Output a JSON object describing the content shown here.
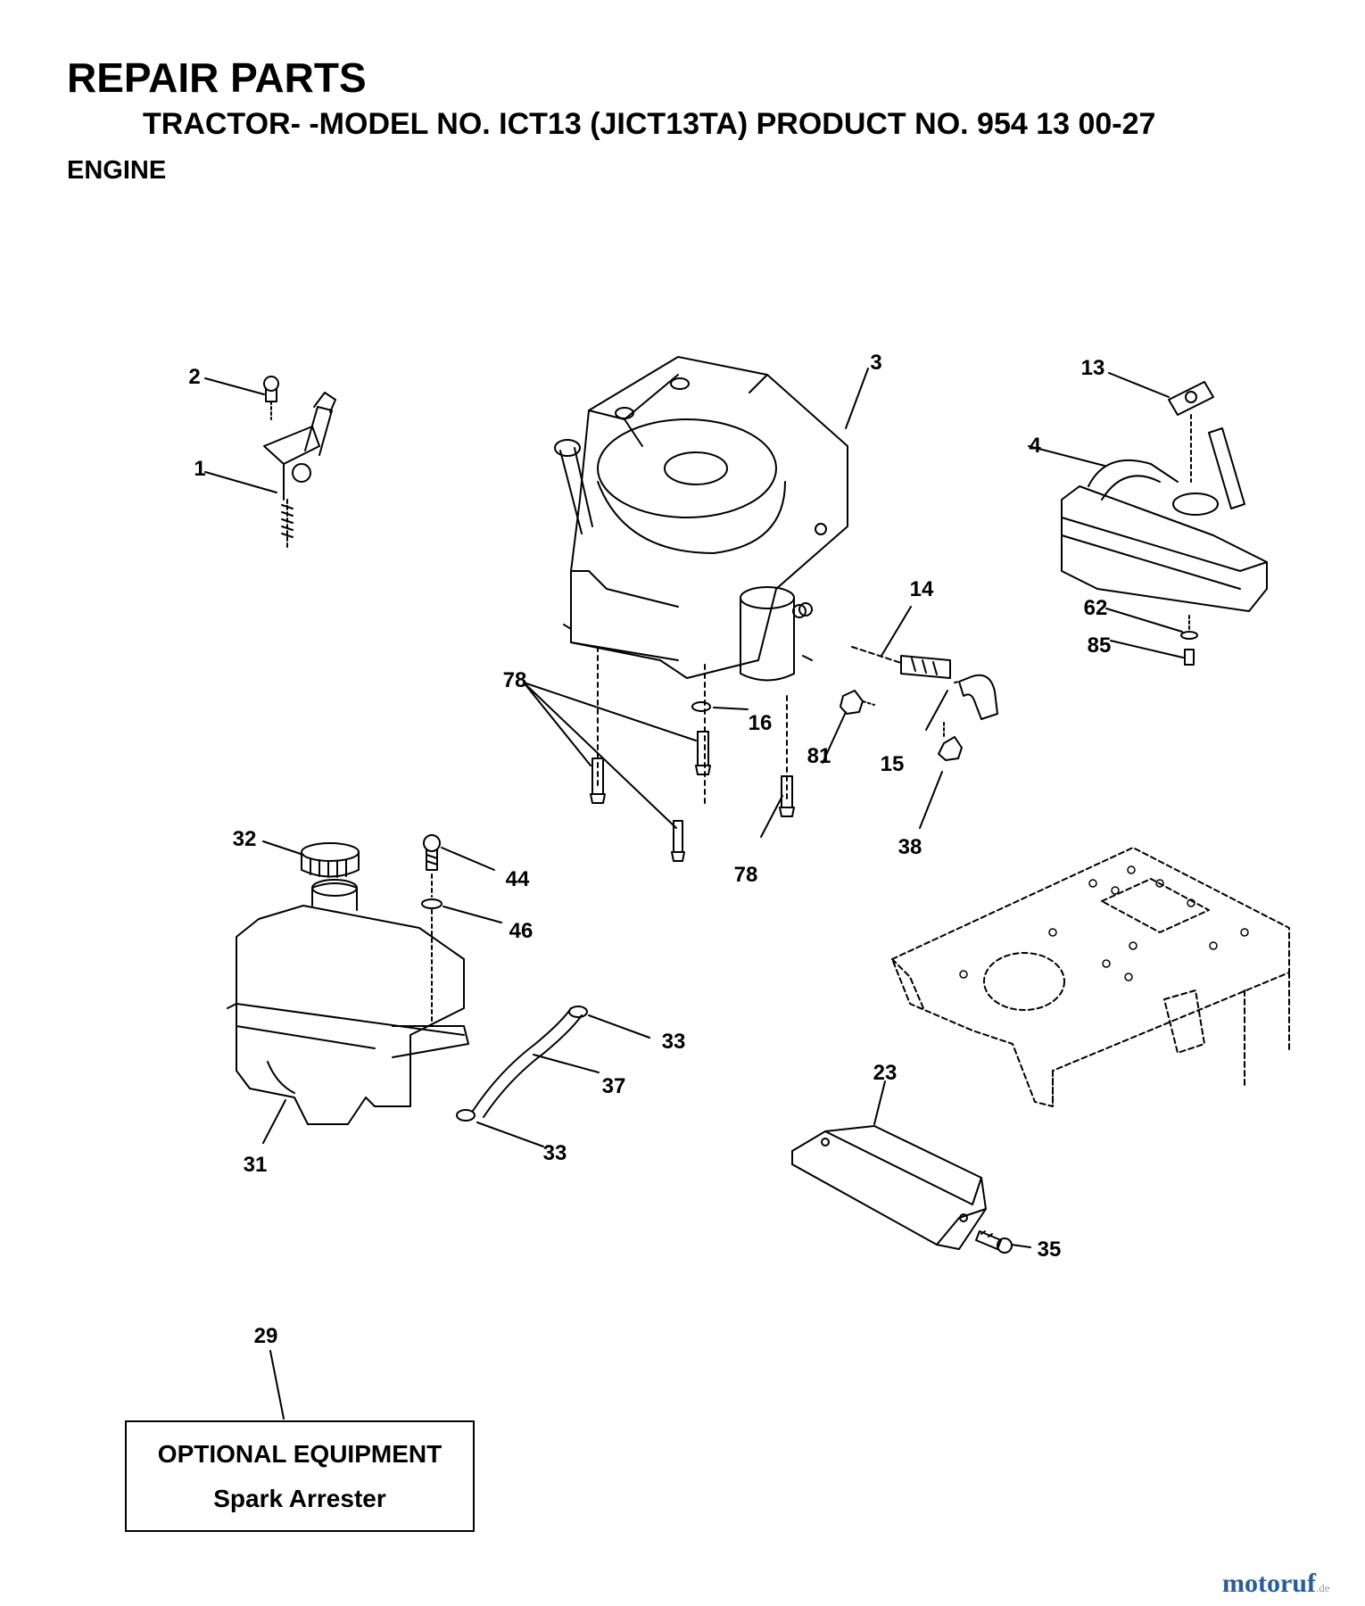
{
  "header": {
    "title": "REPAIR PARTS",
    "subtitle": "TRACTOR- -MODEL NO. ICT13 (JICT13TA) PRODUCT NO. 954 13 00-27",
    "section": "ENGINE"
  },
  "callouts": {
    "c1": "1",
    "c2": "2",
    "c3": "3",
    "c4": "4",
    "c13": "13",
    "c14": "14",
    "c15": "15",
    "c16": "16",
    "c23": "23",
    "c29": "29",
    "c31": "31",
    "c32": "32",
    "c33a": "33",
    "c33b": "33",
    "c35": "35",
    "c37": "37",
    "c38": "38",
    "c44": "44",
    "c46": "46",
    "c62": "62",
    "c78a": "78",
    "c78b": "78",
    "c81": "81",
    "c85": "85"
  },
  "optional_box": {
    "heading": "OPTIONAL EQUIPMENT",
    "item": "Spark Arrester"
  },
  "watermark": {
    "brand": "motoruf",
    "suffix": ".de"
  }
}
